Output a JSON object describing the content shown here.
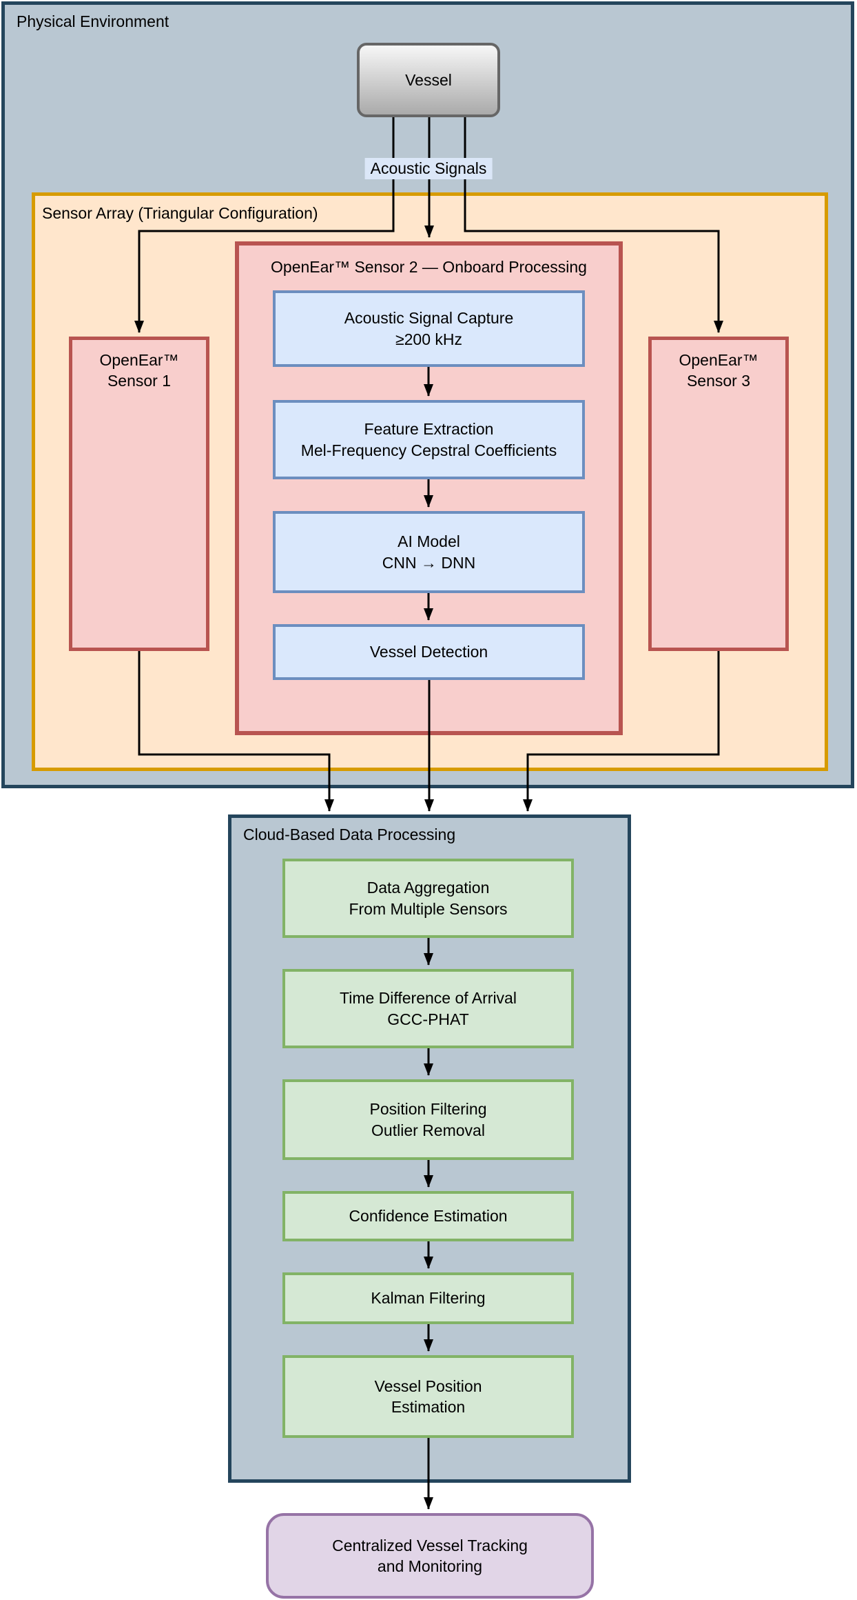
{
  "physical_environment": {
    "label": "Physical Environment"
  },
  "vessel": {
    "label": "Vessel"
  },
  "acoustic_signals": {
    "label": "Acoustic Signals"
  },
  "sensor_array": {
    "label": "Sensor Array (Triangular Configuration)"
  },
  "sensor1": {
    "lines": [
      "OpenEar™",
      "Sensor 1"
    ]
  },
  "sensor3": {
    "lines": [
      "OpenEar™",
      "Sensor 3"
    ]
  },
  "sensor2": {
    "title": "OpenEar™ Sensor 2 — Onboard Processing",
    "steps": [
      {
        "lines": [
          "Acoustic Signal Capture",
          "≥200 kHz"
        ]
      },
      {
        "lines": [
          "Feature Extraction",
          "Mel-Frequency Cepstral Coefficients"
        ]
      },
      {
        "lines": [
          "AI Model",
          "CNN → DNN"
        ]
      },
      {
        "lines": [
          "Vessel Detection"
        ]
      }
    ]
  },
  "cloud": {
    "title": "Cloud-Based Data Processing",
    "steps": [
      {
        "lines": [
          "Data Aggregation",
          "From Multiple Sensors"
        ]
      },
      {
        "lines": [
          "Time Difference of Arrival",
          "GCC-PHAT"
        ]
      },
      {
        "lines": [
          "Position Filtering",
          "Outlier Removal"
        ]
      },
      {
        "lines": [
          "Confidence Estimation"
        ]
      },
      {
        "lines": [
          "Kalman Filtering"
        ]
      },
      {
        "lines": [
          "Vessel Position",
          "Estimation"
        ]
      }
    ]
  },
  "output": {
    "lines": [
      "Centralized Vessel Tracking",
      "and Monitoring"
    ]
  },
  "colors": {
    "environment_fill": "#b9c7d2",
    "environment_border": "#24455c",
    "sensor_array_fill": "#ffe6cc",
    "sensor_array_border": "#d79b00",
    "sensor_fill": "#f8cecc",
    "sensor_border": "#b85450",
    "process_step_fill": "#dae8fc",
    "process_step_border": "#6c8ebf",
    "cloud_fill": "#b9c7d2",
    "cloud_border": "#24455c",
    "cloud_step_fill": "#d5e8d4",
    "cloud_step_border": "#82b366",
    "output_fill": "#e1d5e7",
    "output_border": "#9673a6",
    "vessel_border": "#666666",
    "signal_label_bg": "#dbe7f8",
    "connector": "#000000"
  }
}
